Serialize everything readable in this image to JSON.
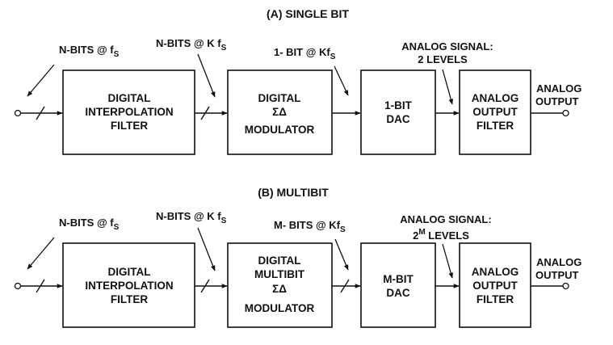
{
  "colors": {
    "ink": "#111111",
    "background": "#ffffff"
  },
  "diagram_a": {
    "title": "(A) SINGLE BIT",
    "labels": {
      "in1": {
        "main": "N-BITS @ f",
        "sub": "S"
      },
      "in2": {
        "main": "N-BITS @ K f",
        "sub": "S"
      },
      "in3": {
        "main": "1- BIT @ Kf",
        "sub": "S"
      },
      "analog_1": "ANALOG SIGNAL:",
      "analog_2": "2 LEVELS",
      "output_1": "ANALOG",
      "output_2": "OUTPUT"
    },
    "blocks": {
      "interp": [
        "DIGITAL",
        "INTERPOLATION",
        "FILTER"
      ],
      "mod": [
        "DIGITAL",
        "ΣΔ",
        "MODULATOR"
      ],
      "dac": [
        "1-BIT",
        "DAC"
      ],
      "filter": [
        "ANALOG",
        "OUTPUT",
        "FILTER"
      ]
    }
  },
  "diagram_b": {
    "title": "(B) MULTIBIT",
    "labels": {
      "in1": {
        "main": "N-BITS @ f",
        "sub": "S"
      },
      "in2": {
        "main": "N-BITS @ K f",
        "sub": "S"
      },
      "in3": {
        "main": "M- BITS @ Kf",
        "sub": "S"
      },
      "analog_1": "ANALOG SIGNAL:",
      "analog_2_base": "2",
      "analog_2_sup": "M",
      "analog_2_rest": " LEVELS",
      "output_1": "ANALOG",
      "output_2": "OUTPUT"
    },
    "blocks": {
      "interp": [
        "DIGITAL",
        "INTERPOLATION",
        "FILTER"
      ],
      "mod": [
        "DIGITAL",
        "MULTIBIT",
        "ΣΔ",
        "MODULATOR"
      ],
      "dac": [
        "M-BIT",
        "DAC"
      ],
      "filter": [
        "ANALOG",
        "OUTPUT",
        "FILTER"
      ]
    }
  }
}
